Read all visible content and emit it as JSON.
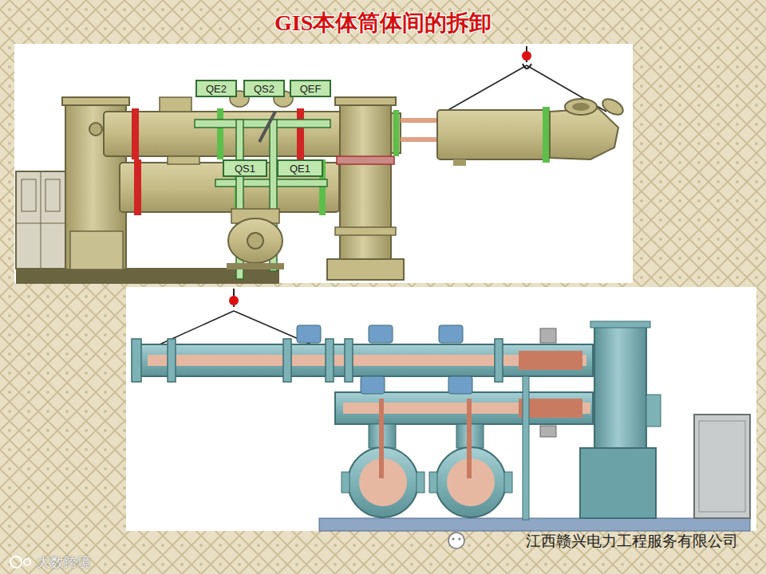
{
  "diagram": {
    "title": "GIS本体筒体间的拆卸",
    "nodes": [
      {
        "text": [
          "QE2"
        ]
      },
      {
        "text": [
          "QS2"
        ]
      },
      {
        "text": [
          "QEF"
        ]
      },
      {
        "text": [
          "QS1"
        ]
      },
      {
        "text": [
          "QE1"
        ]
      }
    ],
    "labels": [
      "江西赣兴电力工程服务有限公司",
      "大数跨境"
    ]
  }
}
